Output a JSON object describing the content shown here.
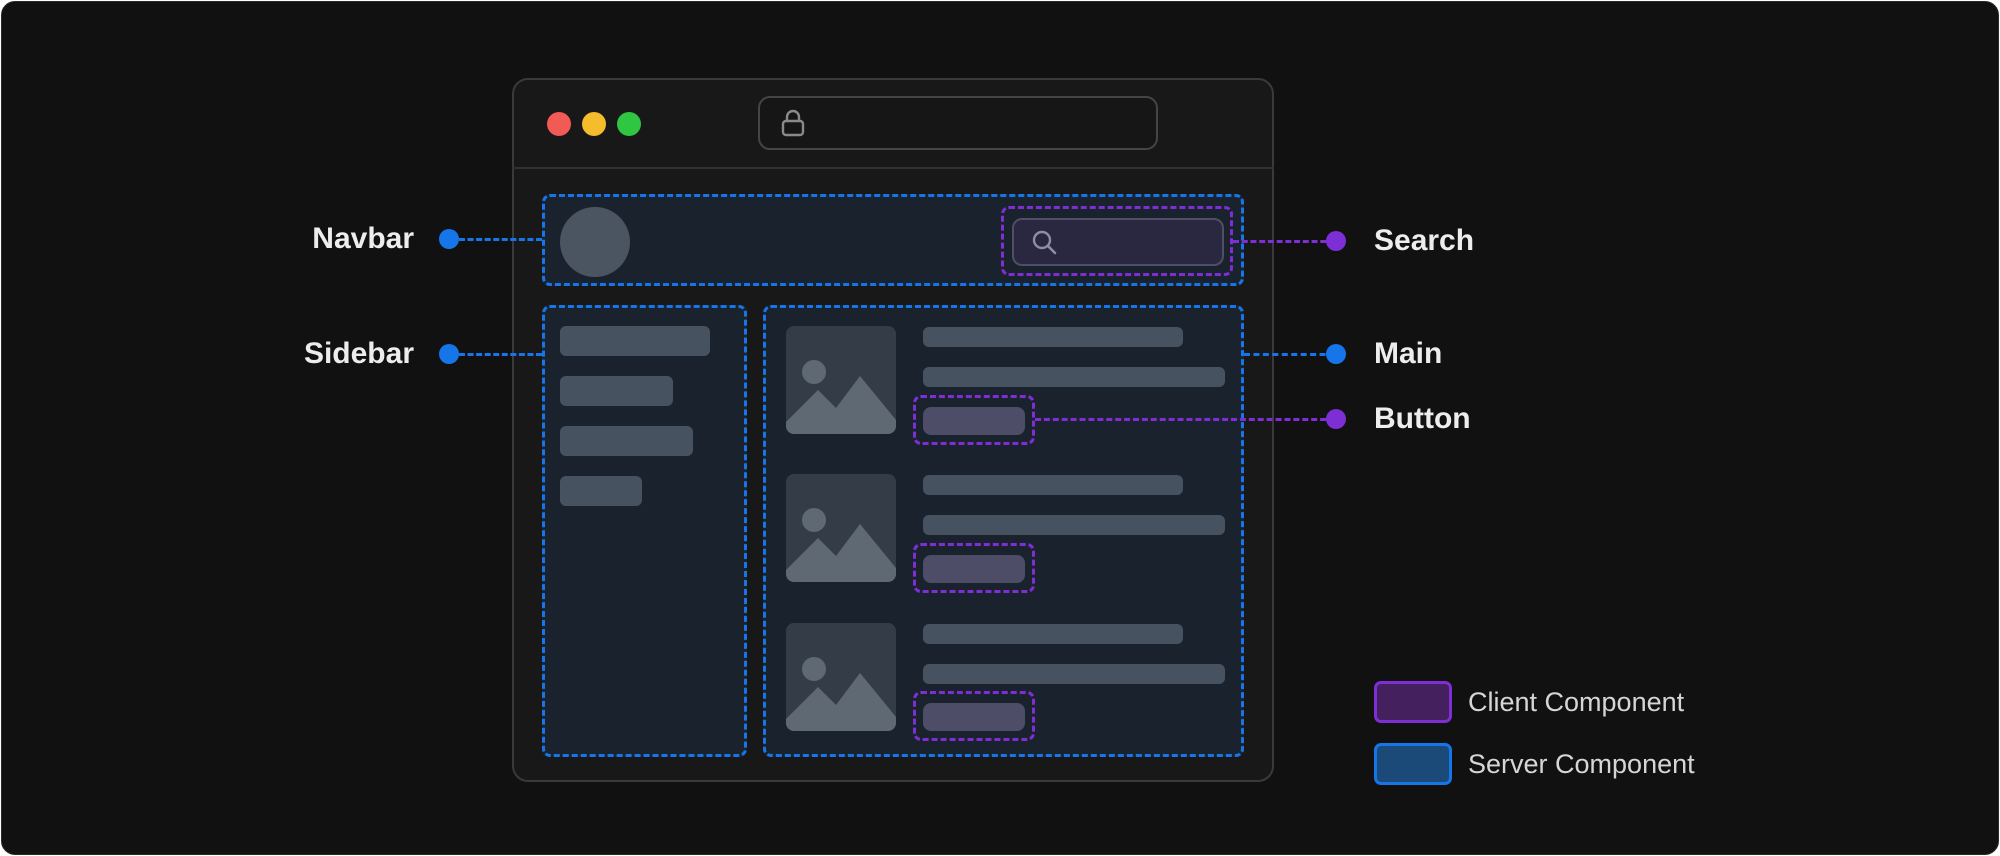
{
  "callouts": {
    "navbar": "Navbar",
    "sidebar": "Sidebar",
    "search": "Search",
    "main": "Main",
    "button": "Button"
  },
  "legend": {
    "client": "Client Component",
    "server": "Server Component"
  },
  "colors": {
    "client_component": "#7d2ed4",
    "server_component": "#1675e8",
    "window_dot_close": "#f25a55",
    "window_dot_minimize": "#f5bd2b",
    "window_dot_maximize": "#2fc742"
  },
  "icons": {
    "url": "lock-icon",
    "search": "search-icon",
    "thumbnail": "image-placeholder-icon"
  }
}
